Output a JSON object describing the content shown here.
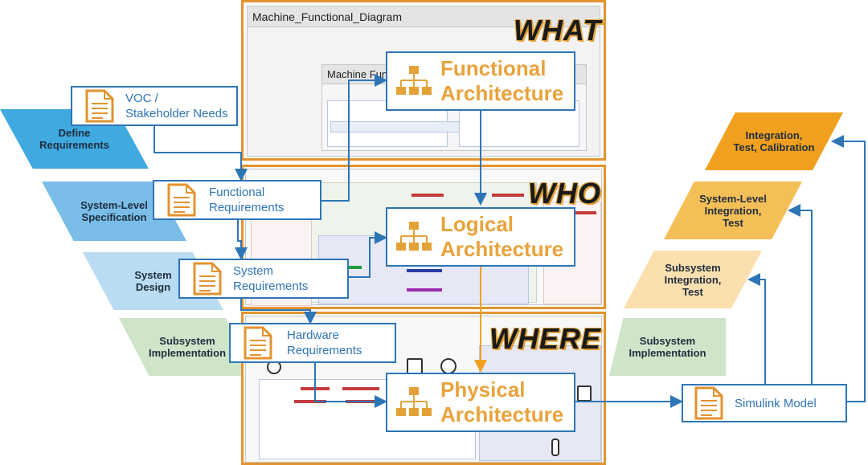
{
  "left_stages": [
    {
      "label": "Define\nRequirements",
      "color": "#3fa9e0",
      "text_color": "#1f2d3d"
    },
    {
      "label": "System-Level\nSpecification",
      "color": "#79bde8",
      "text_color": "#1f2d3d"
    },
    {
      "label": "System\nDesign",
      "color": "#b9dcf2",
      "text_color": "#1f2d3d"
    },
    {
      "label": "Subsystem\nImplementation",
      "color": "#cfe5c9",
      "text_color": "#1f2d3d"
    }
  ],
  "right_stages": [
    {
      "label": "Integration,\nTest, Calibration",
      "color": "#f0a01e",
      "text_color": "#1f2d3d"
    },
    {
      "label": "System-Level\nIntegration,\nTest",
      "color": "#f5bf58",
      "text_color": "#1f2d3d"
    },
    {
      "label": "Subsystem\nIntegration,\nTest",
      "color": "#fbdfae",
      "text_color": "#1f2d3d"
    },
    {
      "label": "Subsystem\nImplementation",
      "color": "#cfe5c9",
      "text_color": "#1f2d3d"
    }
  ],
  "panels": {
    "what": {
      "label": "WHAT",
      "window_title": "Machine_Functional_Diagram",
      "inner_title": "Machine Functi"
    },
    "who": {
      "label": "WHO"
    },
    "where": {
      "label": "WHERE"
    }
  },
  "documents": {
    "voc": "VOC /\nStakeholder Needs",
    "functional_req": "Functional\nRequirements",
    "system_req": "System\nRequirements",
    "hardware_req": "Hardware\nRequirements",
    "simulink": "Simulink Model"
  },
  "architectures": {
    "functional": "Functional\nArchitecture",
    "logical": "Logical\nArchitecture",
    "physical": "Physical\nArchitecture"
  },
  "colors": {
    "accent_blue": "#2e75b6",
    "accent_orange": "#e2932f",
    "arch_text": "#e8a33c"
  }
}
